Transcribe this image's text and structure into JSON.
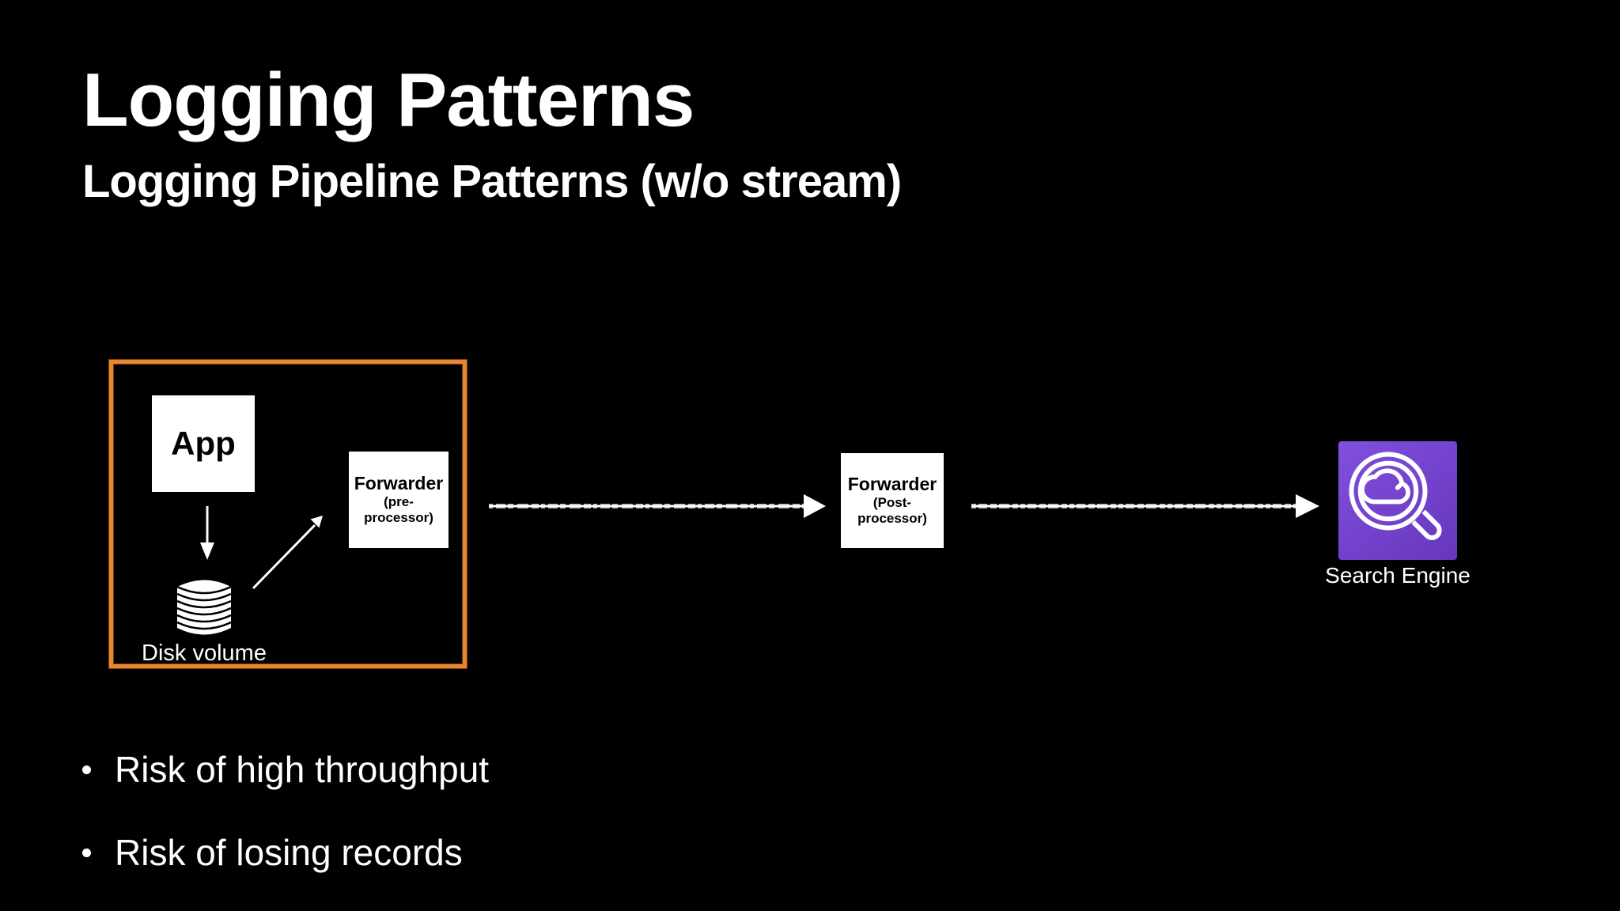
{
  "slide": {
    "title": "Logging Patterns",
    "subtitle": "Logging Pipeline Patterns (w/o stream)",
    "bullets": [
      "Risk of high throughput",
      "Risk of losing records"
    ]
  },
  "diagram": {
    "nodes": {
      "app": {
        "label": "App"
      },
      "disk": {
        "label": "Disk volume",
        "icon": "disk-cylinder-icon"
      },
      "forwarder_pre": {
        "title": "Forwarder",
        "sub1": "(pre-",
        "sub2": "processor)"
      },
      "forwarder_post": {
        "title": "Forwarder",
        "sub1": "(Post-",
        "sub2": "processor)"
      },
      "search_engine": {
        "label": "Search Engine",
        "icon": "cloud-search-icon"
      }
    },
    "arrows": [
      "app-to-disk",
      "disk-to-forwarder-pre",
      "forwarder-pre-to-forwarder-post",
      "forwarder-post-to-search-engine"
    ],
    "colors": {
      "background": "#000000",
      "group_border": "#E8882C",
      "node_bg": "#FFFFFF",
      "node_text": "#000000",
      "arrow": "#FFFFFF",
      "icon_gradient_start": "#8150DC",
      "icon_gradient_end": "#6736BE"
    }
  }
}
